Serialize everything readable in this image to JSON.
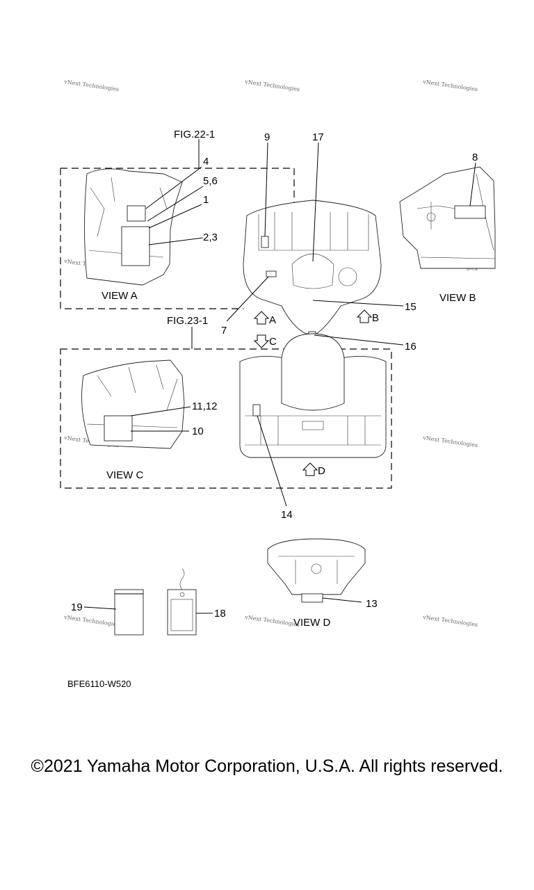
{
  "watermark": "vNext Technologies",
  "figure_refs": [
    "FIG.22-1",
    "FIG.23-1"
  ],
  "views": [
    "VIEW A",
    "VIEW B",
    "VIEW C",
    "VIEW D"
  ],
  "arrows": [
    "A",
    "B",
    "C",
    "D"
  ],
  "callouts": {
    "c4": "4",
    "c56": "5,6",
    "c1": "1",
    "c23": "2,3",
    "c9": "9",
    "c17": "17",
    "c8": "8",
    "c7": "7",
    "c15": "15",
    "c16": "16",
    "c1112": "11,12",
    "c10": "10",
    "c14": "14",
    "c13": "13",
    "c19": "19",
    "c18": "18"
  },
  "diagram_code": "BFE6110-W520",
  "copyright": "©2021 Yamaha Motor Corporation, U.S.A. All rights reserved."
}
